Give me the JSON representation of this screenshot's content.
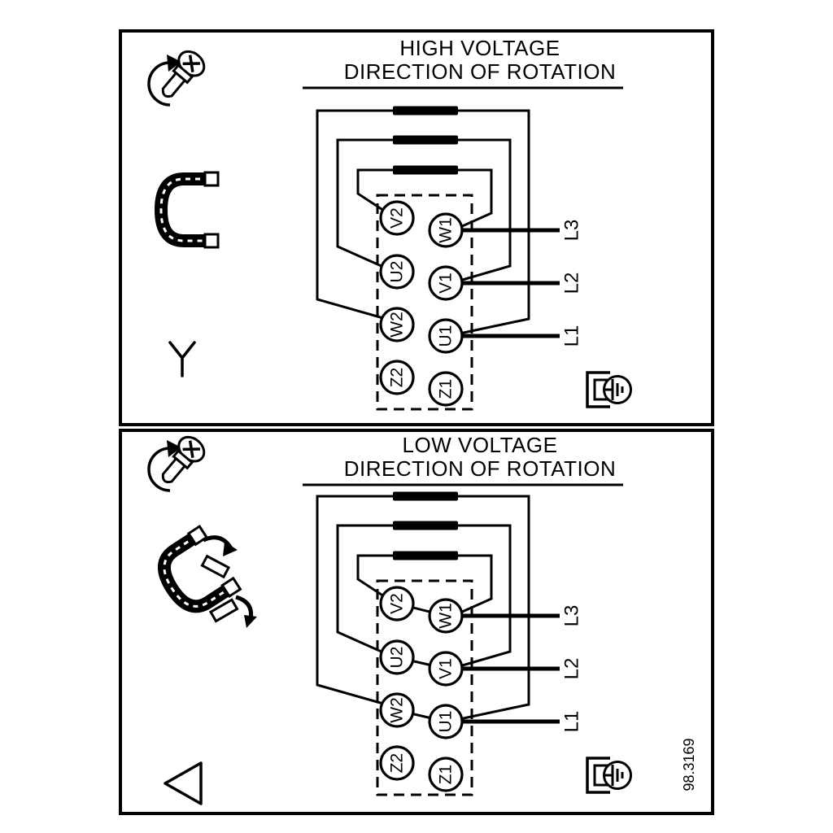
{
  "figure": {
    "background_color": "#ffffff",
    "ink_color": "#000000",
    "drawing_number": "98.3169"
  },
  "high_voltage_panel": {
    "title": "HIGH VOLTAGE",
    "subtitle": "DIRECTION OF ROTATION",
    "connection_type": "star",
    "terminals_left": [
      "V2",
      "U2",
      "W2",
      "Z2"
    ],
    "terminals_right": [
      "W1",
      "V1",
      "U1",
      "Z1"
    ],
    "supply_lines": [
      "L3",
      "L2",
      "L1"
    ],
    "icons": [
      "screw-rotation-icon",
      "link-bracket-icon",
      "star-symbol-icon",
      "earth-terminal-icon"
    ]
  },
  "low_voltage_panel": {
    "title": "LOW VOLTAGE",
    "subtitle": "DIRECTION OF ROTATION",
    "connection_type": "delta",
    "terminals_left": [
      "V2",
      "U2",
      "W2",
      "Z2"
    ],
    "terminals_right": [
      "W1",
      "V1",
      "U1",
      "Z1"
    ],
    "supply_lines": [
      "L3",
      "L2",
      "L1"
    ],
    "icons": [
      "screw-rotation-icon",
      "links-rearrange-icon",
      "delta-symbol-icon",
      "earth-terminal-icon"
    ]
  }
}
